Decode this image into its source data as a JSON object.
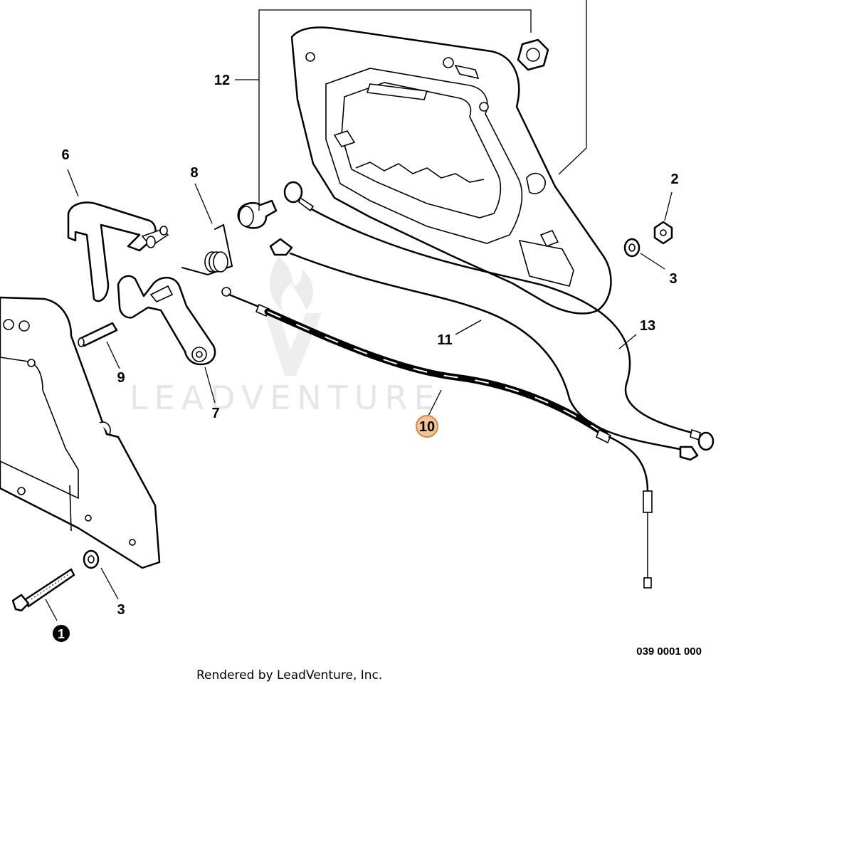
{
  "diagram": {
    "code": "039 0001 000",
    "credit": "Rendered by LeadVenture, Inc.",
    "watermark": "LEADVENTURE",
    "highlight_color": "#f2c49a",
    "highlight_stroke": "#d0894a",
    "callouts": [
      {
        "id": "1",
        "label": "1",
        "style": "filled-circle"
      },
      {
        "id": "2",
        "label": "2",
        "style": "plain"
      },
      {
        "id": "3a",
        "label": "3",
        "style": "plain"
      },
      {
        "id": "3b",
        "label": "3",
        "style": "plain"
      },
      {
        "id": "6",
        "label": "6",
        "style": "plain"
      },
      {
        "id": "7",
        "label": "7",
        "style": "plain"
      },
      {
        "id": "8",
        "label": "8",
        "style": "plain"
      },
      {
        "id": "9",
        "label": "9",
        "style": "plain"
      },
      {
        "id": "10",
        "label": "10",
        "style": "highlighted-circle"
      },
      {
        "id": "11",
        "label": "11",
        "style": "plain"
      },
      {
        "id": "12",
        "label": "12",
        "style": "plain"
      },
      {
        "id": "13",
        "label": "13",
        "style": "plain"
      }
    ]
  }
}
